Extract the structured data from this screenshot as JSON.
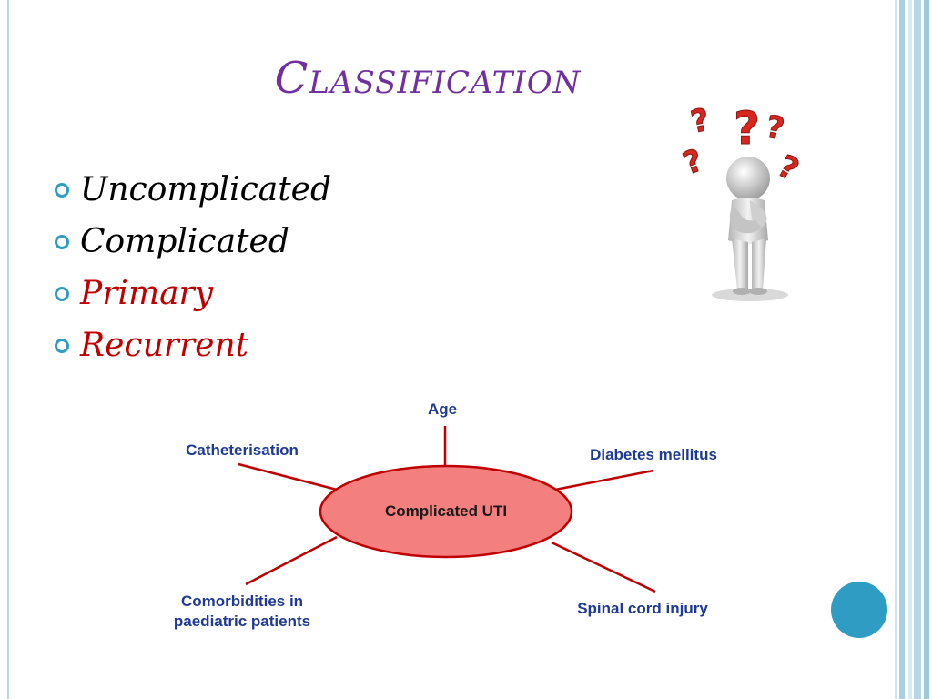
{
  "slide": {
    "title": "Classification",
    "colors": {
      "title": "#7030a0",
      "bullet_marker": "#2f9cc4",
      "black_text": "#000000",
      "red_text": "#c00000",
      "diagram_fill": "#f47f7f",
      "diagram_stroke": "#c00000",
      "diagram_text": "#1f3a93"
    },
    "bullets": [
      {
        "label": "Uncomplicated",
        "color": "#000000"
      },
      {
        "label": "Complicated",
        "color": "#000000"
      },
      {
        "label": "Primary",
        "color": "#c00000"
      },
      {
        "label": "Recurrent",
        "color": "#c00000"
      }
    ],
    "image": {
      "icon": "thinking-person-question-marks"
    },
    "diagram": {
      "center_label": "Complicated UTI",
      "spokes": [
        {
          "label": "Age"
        },
        {
          "label": "Diabetes mellitus"
        },
        {
          "label": "Spinal cord injury"
        },
        {
          "label": "Comorbidities in paediatric patients",
          "lines": [
            "Comorbidities in",
            "paediatric patients"
          ]
        },
        {
          "label": "Catheterisation"
        }
      ]
    }
  }
}
